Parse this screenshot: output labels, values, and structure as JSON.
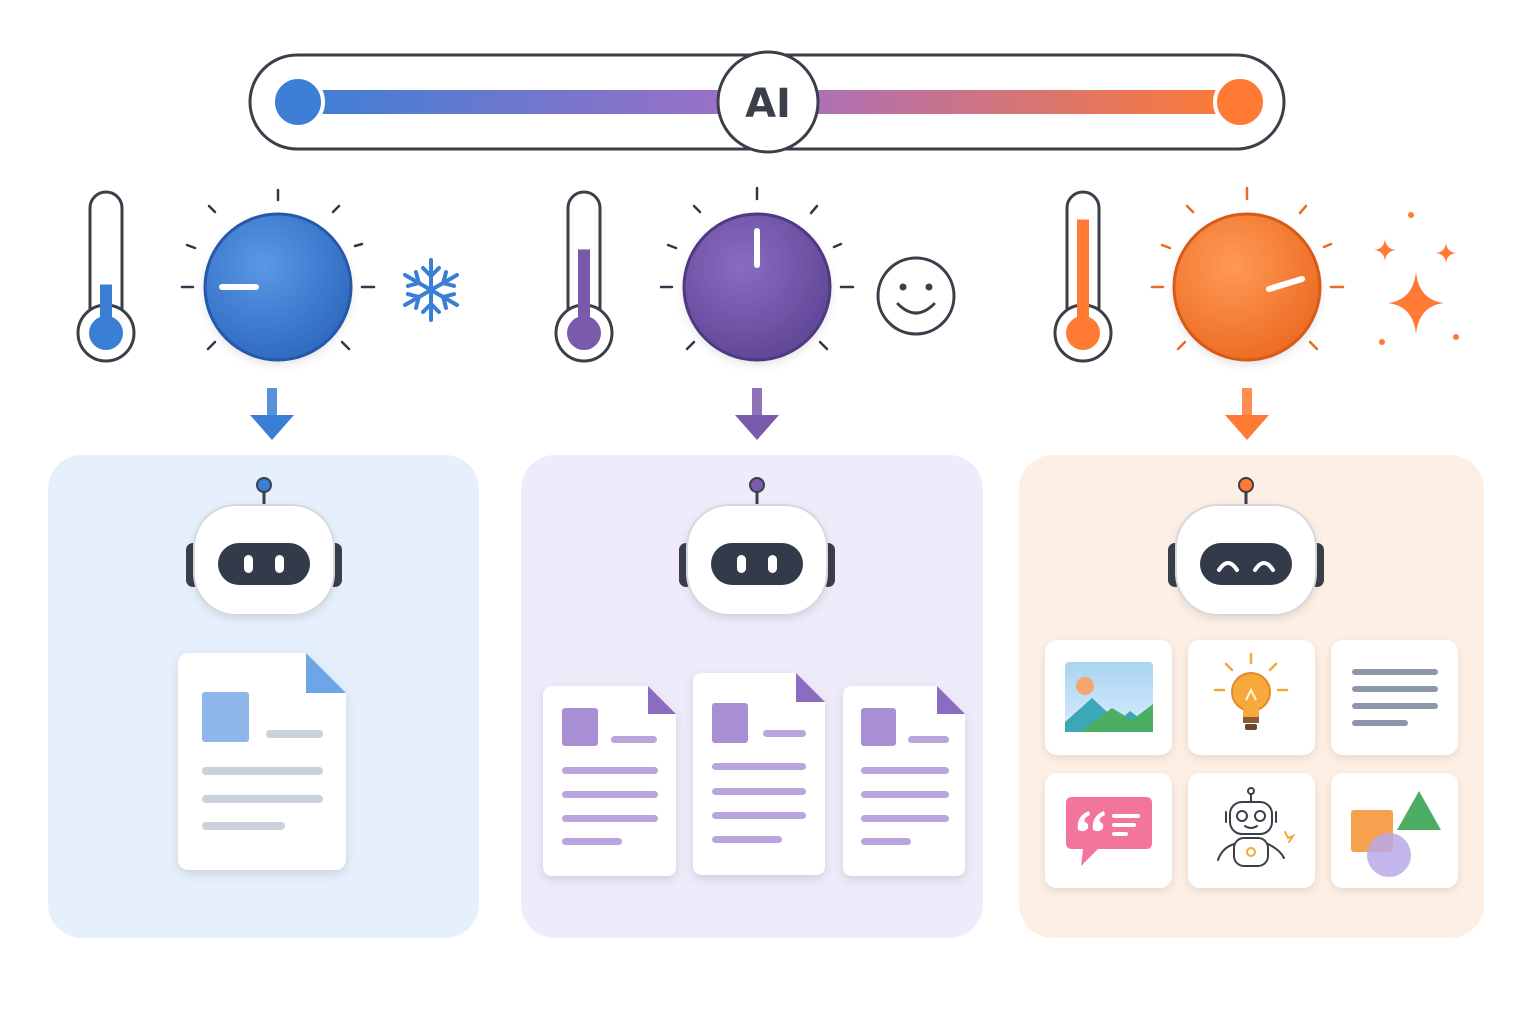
{
  "slider": {
    "label": "AI",
    "cold_color": "#3d7fd6",
    "mid_color": "#a46fc4",
    "hot_color": "#ff7a33"
  },
  "panels": [
    {
      "id": "low",
      "accent": "#3b7fd4",
      "accent_light": "#8eb6ea",
      "bg": "#e6f0fc",
      "indicator_icon": "snowflake-icon",
      "thermometer_level": 0.35,
      "dial_pointer": "left",
      "robot_expression": "neutral",
      "output": "single-document"
    },
    {
      "id": "medium",
      "accent": "#7a5aab",
      "accent_light": "#a98fd4",
      "bg": "#efebfb",
      "indicator_icon": "smiley-face-icon",
      "thermometer_level": 0.62,
      "dial_pointer": "up",
      "robot_expression": "neutral",
      "output": "three-documents"
    },
    {
      "id": "high",
      "accent": "#ff7a33",
      "accent_light": "#ffb07a",
      "bg": "#fdefe3",
      "indicator_icon": "sparkles-icon",
      "thermometer_level": 0.85,
      "dial_pointer": "right",
      "robot_expression": "happy",
      "output": "idea-grid"
    }
  ],
  "idea_grid": [
    "landscape-image-icon",
    "lightbulb-icon",
    "text-lines-icon",
    "quote-bubble-icon",
    "robot-doodle-icon",
    "shapes-icon"
  ]
}
